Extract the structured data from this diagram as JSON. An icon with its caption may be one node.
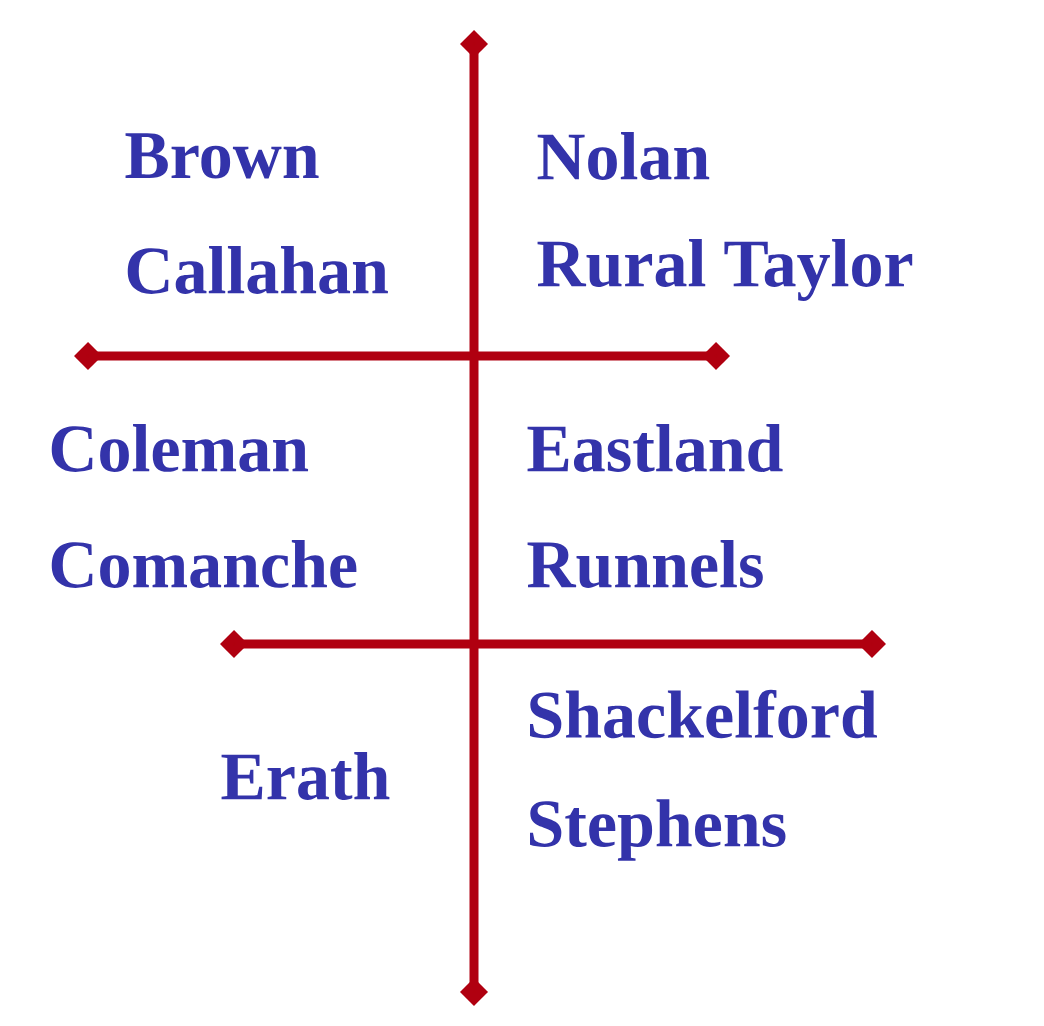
{
  "diagram": {
    "labels": [
      "Brown",
      "Nolan",
      "Callahan",
      "Rural Taylor",
      "Coleman",
      "Eastland",
      "Comanche",
      "Runnels",
      "Shackelford",
      "Erath",
      "Stephens"
    ]
  }
}
